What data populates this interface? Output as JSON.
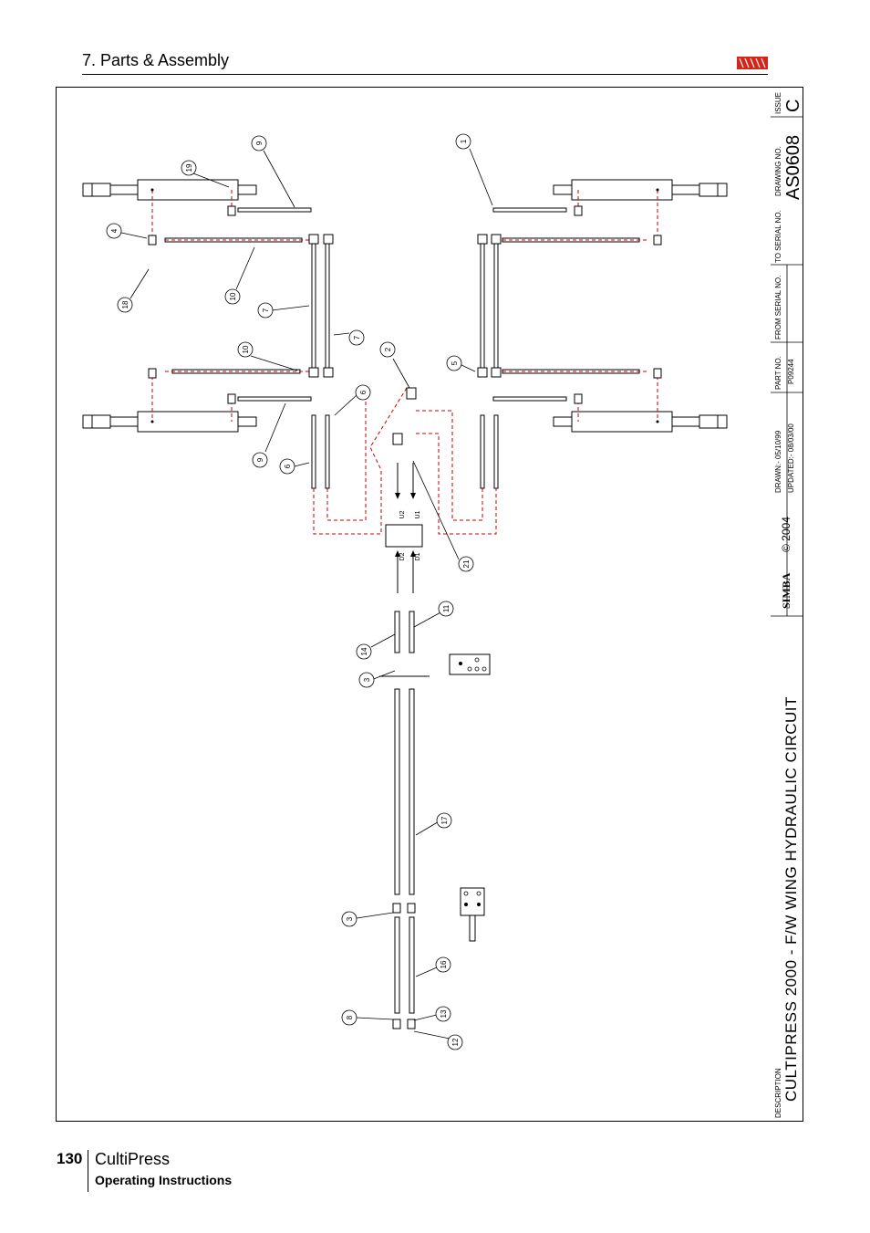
{
  "header": {
    "section_title": "7. Parts & Assembly"
  },
  "title_block": {
    "issue_label": "ISSUE",
    "issue_value": "C",
    "drawing_no_label": "DRAWING NO.",
    "drawing_no_value": "AS0608",
    "to_serial_label": "TO SERIAL NO.",
    "from_serial_label": "FROM SERIAL NO.",
    "part_no_label": "PART NO.",
    "part_no_value": "P09244",
    "drawn": "DRAWN:-  05/10/99",
    "updated": "UPDATED:-  08/03/00",
    "copyright": "© 2004",
    "brand": "SIMBA",
    "description_label": "DESCRIPTION",
    "description_value": "CULTIPRESS 2000 - F/W WING HYDRAULIC CIRCUIT"
  },
  "callouts": [
    "1",
    "2",
    "3",
    "3",
    "4",
    "5",
    "6",
    "6",
    "7",
    "7",
    "8",
    "9",
    "9",
    "10",
    "10",
    "11",
    "12",
    "13",
    "14",
    "16",
    "17",
    "18",
    "19",
    "21"
  ],
  "port_labels": [
    "U2",
    "U1",
    "D2",
    "D1"
  ],
  "footer": {
    "page_number": "130",
    "product": "CultiPress",
    "subtitle": "Operating Instructions"
  },
  "colors": {
    "line": "#000000",
    "hydraulic_dash": "#cc0000",
    "logo_red": "#d62418"
  }
}
